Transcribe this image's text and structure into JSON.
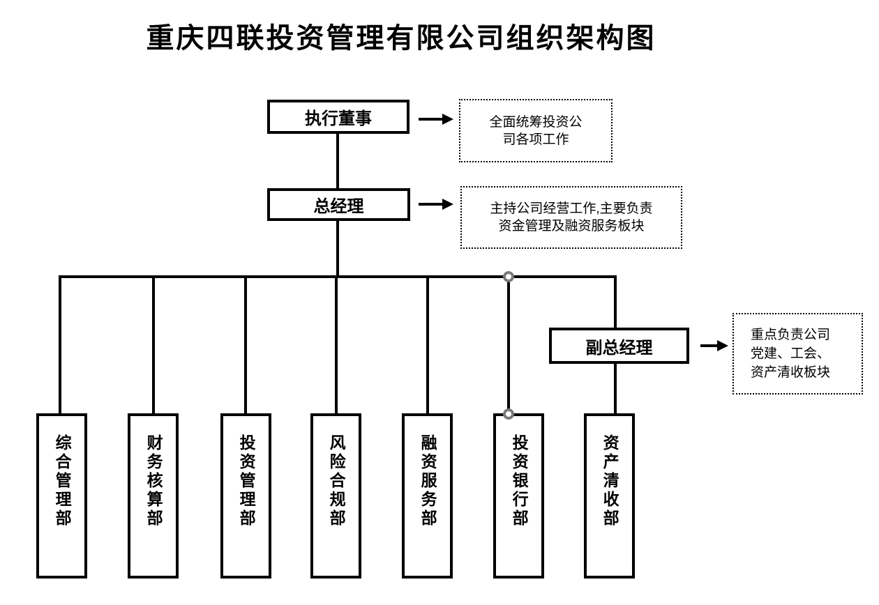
{
  "title": "重庆四联投资管理有限公司组织架构图",
  "colors": {
    "line": "#000000",
    "box_border": "#000000",
    "connector_ring": "#7a7a7a",
    "background": "#ffffff"
  },
  "nodes": {
    "executive_director": {
      "label": "执行董事"
    },
    "general_manager": {
      "label": "总经理"
    },
    "deputy_general_manager": {
      "label": "副总经理"
    }
  },
  "annotations": {
    "executive_director": {
      "lines": [
        "全面统筹投资公",
        "司各项工作"
      ],
      "full_text": "全面统筹投资公司各项工作"
    },
    "general_manager": {
      "lines": [
        "主持公司经营工作,主要负责",
        "资金管理及融资服务板块"
      ],
      "full_text": "主持公司经营工作,主要负责资金管理及融资服务板块"
    },
    "deputy_general_manager": {
      "lines": [
        "重点负责公司",
        "党建、工会、",
        "资产清收板块"
      ],
      "full_text": "重点负责公司党建、工会、资产清收板块"
    }
  },
  "departments": [
    {
      "label": "综合管理部"
    },
    {
      "label": "财务核算部"
    },
    {
      "label": "投资管理部"
    },
    {
      "label": "风险合规部"
    },
    {
      "label": "融资服务部"
    },
    {
      "label": "投资银行部"
    },
    {
      "label": "资产清收部"
    }
  ]
}
